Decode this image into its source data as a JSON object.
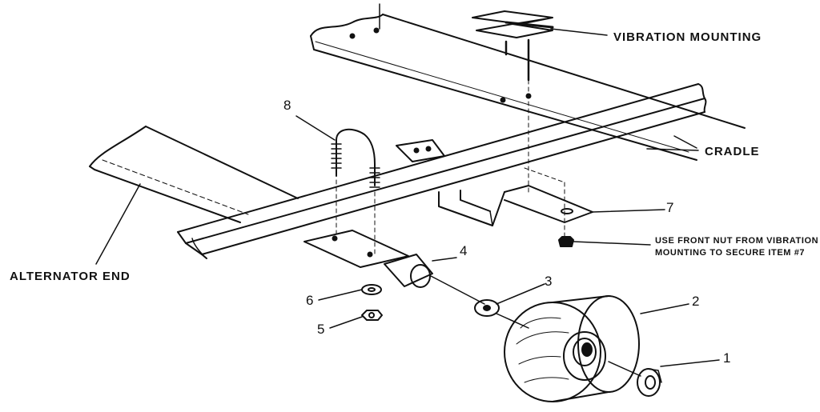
{
  "labels": {
    "vibration_mounting": "VIBRATION MOUNTING",
    "cradle": "CRADLE",
    "alternator_end": "ALTERNATOR END",
    "note": "USE FRONT NUT FROM VIBRATION MOUNTING TO SECURE ITEM  #7"
  },
  "callouts": {
    "item_1": "1",
    "item_2": "2",
    "item_3": "3",
    "item_4": "4",
    "item_5": "5",
    "item_6": "6",
    "item_7": "7",
    "item_8": "8"
  },
  "colors": {
    "ink": "#111111",
    "paper": "#ffffff"
  }
}
